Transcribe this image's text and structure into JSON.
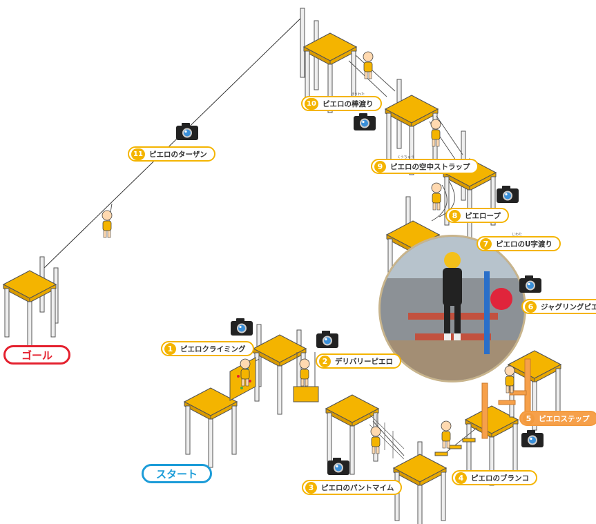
{
  "badges": {
    "goal": "ゴール",
    "start": "スタート"
  },
  "stations": [
    {
      "num": "1",
      "label": "ピエロクライミング"
    },
    {
      "num": "2",
      "label": "デリバリーピエロ"
    },
    {
      "num": "3",
      "label": "ピエロのパントマイム"
    },
    {
      "num": "4",
      "label": "ピエロのブランコ"
    },
    {
      "num": "5",
      "label": "ピエロステップ"
    },
    {
      "num": "6",
      "label": "ジャグリングピエロ"
    },
    {
      "num": "7",
      "label": "ピエロのU字渡り"
    },
    {
      "num": "8",
      "label": "ピエロープ"
    },
    {
      "num": "9",
      "label": "ピエロの空中ストラップ"
    },
    {
      "num": "10",
      "label": "ピエロの棒渡り"
    },
    {
      "num": "11",
      "label": "ピエロのターザン"
    }
  ],
  "ruby": {
    "station9": "くうちゅう",
    "station10": "ぼうわた",
    "station7": "じわた"
  },
  "highlighted_station": "5",
  "camera_icons": 8,
  "colors": {
    "platform": "#f4b400",
    "platform_dark": "#d99a00",
    "post": "#e9e9e9",
    "goal": "#e4202e",
    "start": "#1c9cd8",
    "highlight": "#f39a3e"
  }
}
